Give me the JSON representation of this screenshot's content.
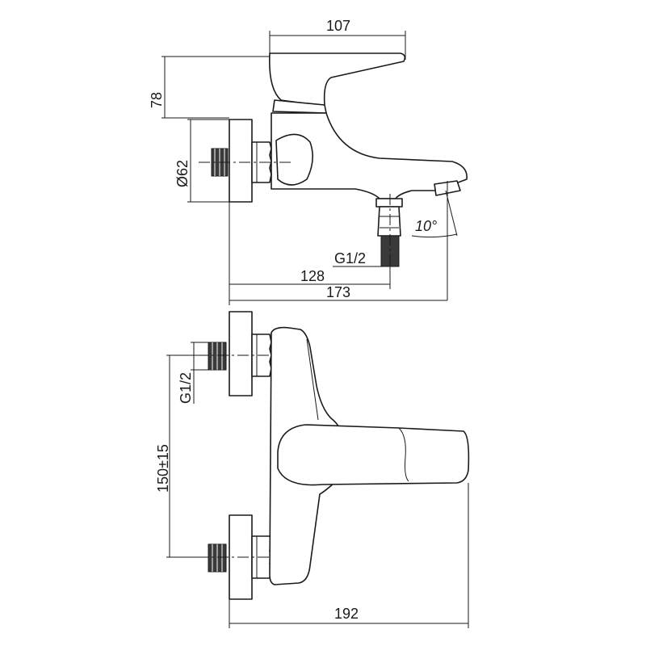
{
  "dimensions": {
    "spout_width": "107",
    "height": "78",
    "flange_diameter": "Ø62",
    "inlet_offset": "128",
    "overall_depth": "173",
    "thread_outlet": "G1/2",
    "angle": "10°",
    "thread_inlet": "G1/2",
    "center_distance": "150±15",
    "overall_width": "192"
  }
}
